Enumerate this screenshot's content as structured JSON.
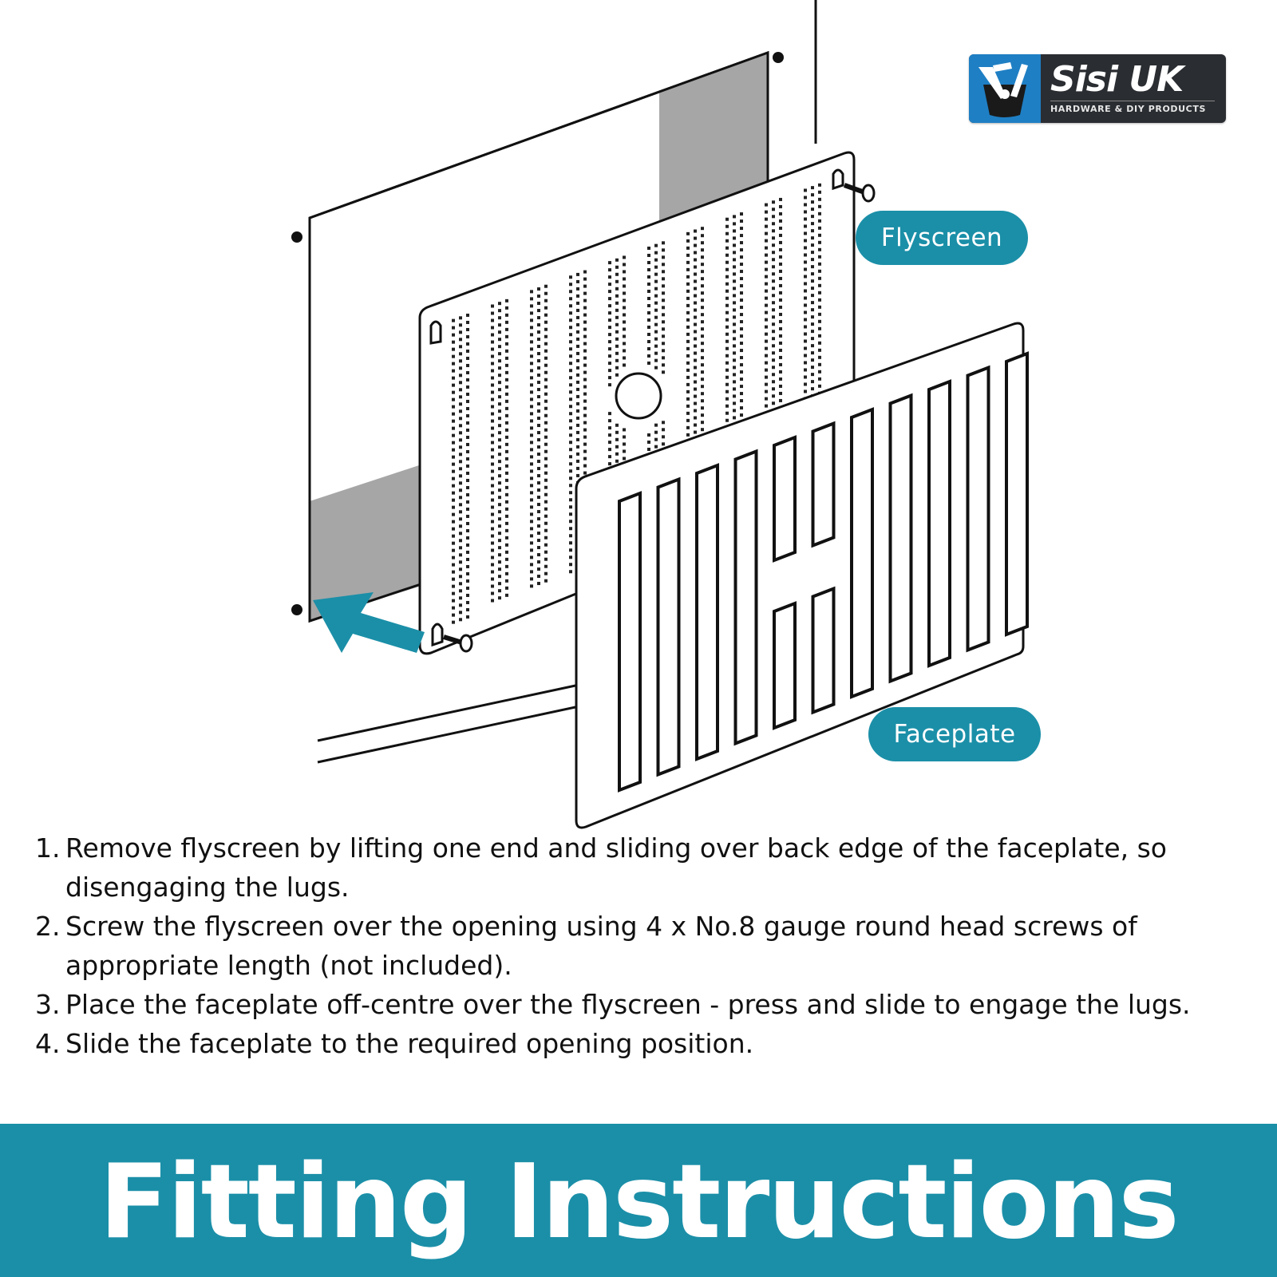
{
  "brand": {
    "name": "Sisi UK",
    "tagline": "HARDWARE & DIY PRODUCTS"
  },
  "labels": {
    "flyscreen": "Flyscreen",
    "faceplate": "Faceplate"
  },
  "steps": [
    {
      "num": "1.",
      "text": "Remove flyscreen by lifting one end and sliding over back edge of the faceplate, so disengaging the lugs."
    },
    {
      "num": "2.",
      "text": "Screw the flyscreen over the opening using 4 x No.8 gauge round head screws of appropriate length (not included)."
    },
    {
      "num": "3.",
      "text": "Place the faceplate off-centre over the flyscreen - press and slide to engage the lugs."
    },
    {
      "num": "4.",
      "text": "Slide the faceplate to the required opening position."
    }
  ],
  "banner": {
    "title": "Fitting Instructions"
  },
  "colors": {
    "accent": "#1b8fa8",
    "logo_blue": "#1f7fc4",
    "logo_dark": "#2a2d31",
    "panel_grey": "#a6a6a6"
  }
}
